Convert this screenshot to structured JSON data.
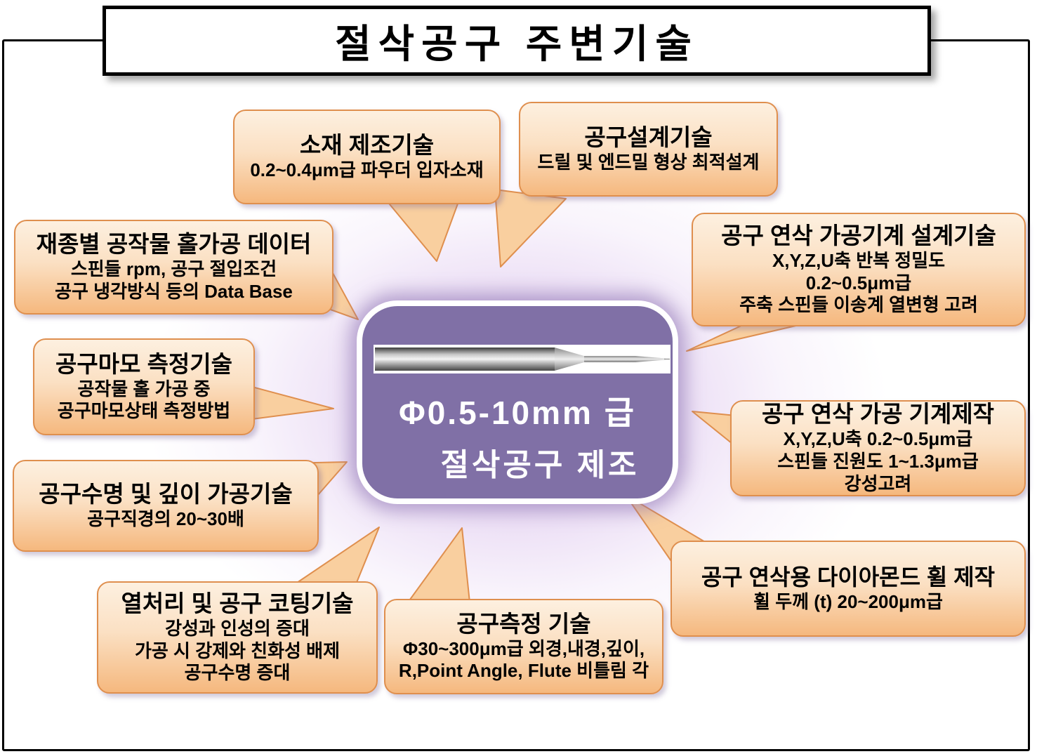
{
  "title": "절삭공구 주변기술",
  "center": {
    "line1": "Φ0.5-10mm 급",
    "line2": "절삭공구 제조",
    "image": "micro-drill-bit"
  },
  "bubbles": [
    {
      "id": "material-mfg",
      "title": "소재 제조기술",
      "lines": [
        "0.2~0.4μm급 파우더 입자소재"
      ]
    },
    {
      "id": "tool-design",
      "title": "공구설계기술",
      "lines": [
        "드릴 및 엔드밀 형상 최적설계"
      ]
    },
    {
      "id": "hole-machining-data",
      "title": "재종별 공작물 홀가공 데이터",
      "lines": [
        "스핀들 rpm, 공구 절입조건",
        "공구 냉각방식 등의 Data Base"
      ]
    },
    {
      "id": "grinding-machine-design",
      "title": "공구 연삭 가공기계 설계기술",
      "lines": [
        "X,Y,Z,U축 반복 정밀도",
        "0.2~0.5μm급",
        "주축 스핀들 이송계 열변형 고려"
      ]
    },
    {
      "id": "tool-wear-measurement",
      "title": "공구마모 측정기술",
      "lines": [
        "공작물 홀 가공 중",
        "공구마모상태 측정방법"
      ]
    },
    {
      "id": "grinding-machine-build",
      "title": "공구 연삭 가공 기계제작",
      "lines": [
        "X,Y,Z,U축 0.2~0.5μm급",
        "스핀들 진원도 1~1.3μm급",
        "강성고려"
      ]
    },
    {
      "id": "tool-life-depth",
      "title": "공구수명 및 깊이 가공기술",
      "lines": [
        "공구직경의 20~30배"
      ]
    },
    {
      "id": "diamond-wheel",
      "title": "공구 연삭용 다이아몬드 휠 제작",
      "lines": [
        "휠 두께 (t) 20~200μm급"
      ]
    },
    {
      "id": "heat-treat-coating",
      "title": "열처리 및 공구 코팅기술",
      "lines": [
        "강성과 인성의 증대",
        "가공 시 강제와 친화성 배제",
        "공구수명 증대"
      ]
    },
    {
      "id": "tool-measurement",
      "title": "공구측정 기술",
      "lines": [
        "Φ30~300μm급 외경,내경,깊이,",
        "R,Point Angle, Flute 비틀림 각"
      ]
    }
  ],
  "colors": {
    "bubble_fill_top": "#fdf0e0",
    "bubble_fill_bottom": "#f5b87e",
    "bubble_border": "#df8f4e",
    "tail_fill": "#f9cf9f",
    "center_box_bg": "#8070a6",
    "center_box_border": "#ffffff",
    "center_text": "#ffffff",
    "background_glow": "#d6bee9",
    "frame_border": "#000000",
    "title_text": "#000000"
  }
}
